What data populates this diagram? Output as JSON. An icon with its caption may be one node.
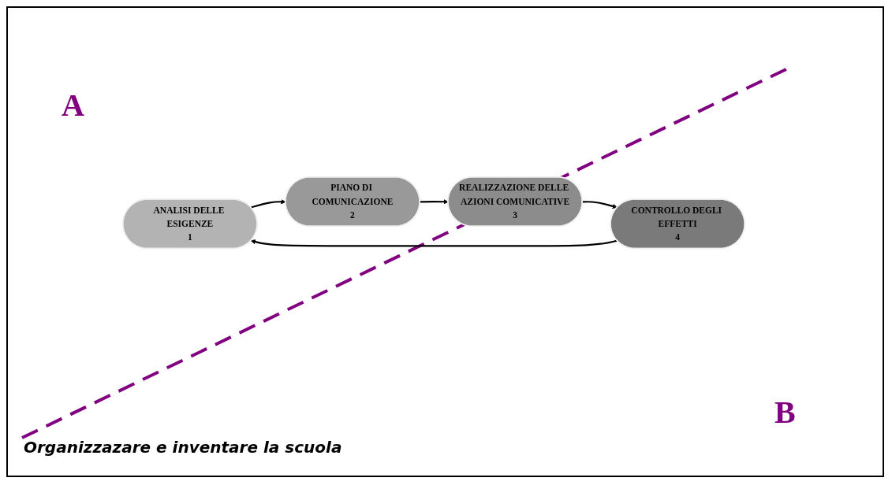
{
  "diagram": {
    "caption": "Organizzazare e inventare la scuola",
    "nodes": [
      {
        "text": [
          "ANALISI DELLE ESIGENZE",
          "1"
        ]
      },
      {
        "text": [
          "PIANO DI COMUNICAZIONE",
          "2"
        ]
      },
      {
        "text": [
          "REALIZZAZIONE DELLE AZIONI COMUNICATIVE",
          "3"
        ]
      },
      {
        "text": [
          "CONTROLLO DEGLI EFFETTI",
          "4"
        ]
      }
    ],
    "edges": [
      {
        "from": 0,
        "to": 1,
        "arrow": "to"
      },
      {
        "from": 1,
        "to": 2,
        "arrow": "to"
      },
      {
        "from": 2,
        "to": 3,
        "arrow": "to"
      },
      {
        "from": 3,
        "to": 0,
        "arrow": "to"
      }
    ],
    "labels": [
      "A",
      "B"
    ]
  }
}
